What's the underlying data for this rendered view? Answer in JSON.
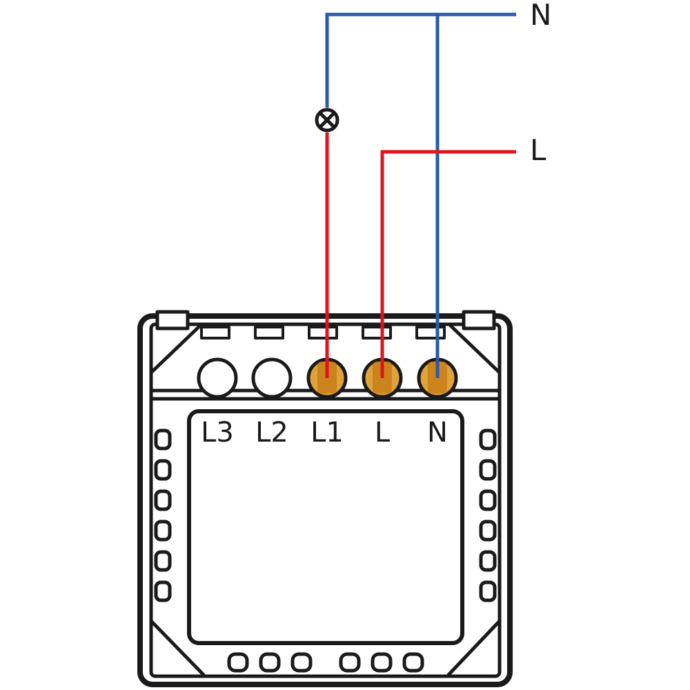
{
  "supply_labels": {
    "neutral": "N",
    "live": "L"
  },
  "terminal_labels": [
    "L3",
    "L2",
    "L1",
    "L",
    "N"
  ],
  "colors": {
    "neutral_wire": "#2a5aa8",
    "live_wire": "#e0141e",
    "outline": "#1a1a1a",
    "terminal_fill": "#e0a23a",
    "background": "#ffffff"
  },
  "icons": {
    "load": "lamp-symbol-icon"
  }
}
